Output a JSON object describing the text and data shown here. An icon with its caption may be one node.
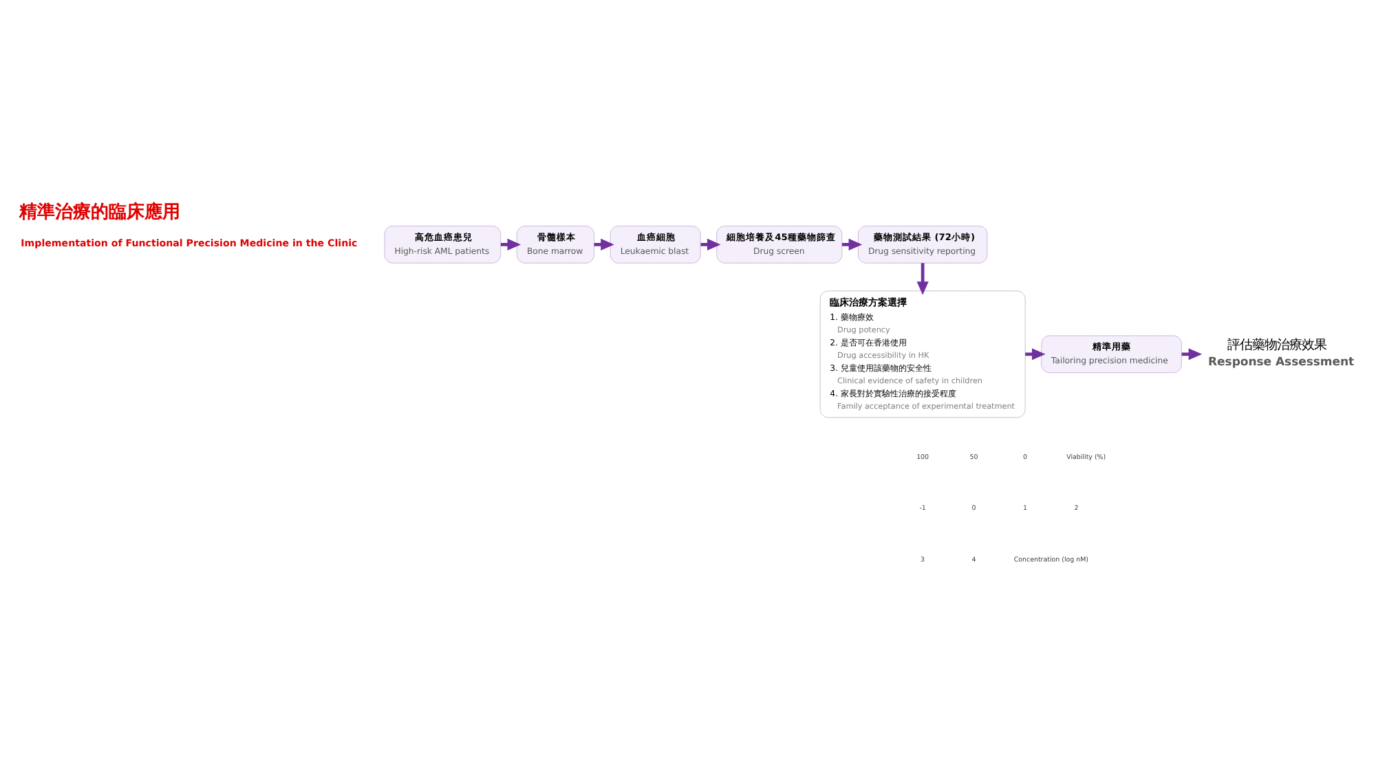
{
  "diagram": {
    "title": "精準治療的臨床應用",
    "nodes": [
      {
        "text": [
          "高危血癌患兒",
          "High-risk AML patients"
        ]
      },
      {
        "text": [
          "骨髓樣本",
          "Bone marrow"
        ]
      },
      {
        "text": [
          "血癌細胞",
          "Leukaemic blast"
        ]
      },
      {
        "text": [
          "細胞培養及45種藥物篩查",
          "Drug screen"
        ]
      },
      {
        "text": [
          "藥物測試結果 (72小時)",
          "Drug sensitivity reporting"
        ]
      },
      {
        "text": [
          "臨床治療方案選擇",
          "1. 藥物療效",
          "Drug potency",
          "2. 是否可在香港使用",
          "Drug accessibility in HK",
          "3. 兒童使用該藥物的安全性",
          "Clinical evidence of safety in children",
          "4. 家長對於實驗性治療的接受程度",
          "Family acceptance of experimental treatment"
        ]
      },
      {
        "text": [
          "精準用藥",
          "Tailoring precision medicine"
        ]
      },
      {
        "text": [
          "評估藥物治療效果",
          "Response Assessment"
        ]
      }
    ],
    "edges": [
      {
        "from": 0,
        "to": 1,
        "arrow": "to"
      },
      {
        "from": 1,
        "to": 2,
        "arrow": "to"
      },
      {
        "from": 2,
        "to": 3,
        "arrow": "to"
      },
      {
        "from": 3,
        "to": 4,
        "arrow": "to"
      },
      {
        "from": 4,
        "to": 5,
        "arrow": "to"
      },
      {
        "from": 5,
        "to": 6,
        "arrow": "to"
      },
      {
        "from": 6,
        "to": 7,
        "arrow": "to"
      }
    ],
    "labels": [
      "Implementation of Functional Precision Medicine in the Clinic",
      "100",
      "50",
      "0",
      "Viability (%)",
      "-1",
      "0",
      "1",
      "2",
      "3",
      "4",
      "Concentration (log nM)"
    ]
  }
}
